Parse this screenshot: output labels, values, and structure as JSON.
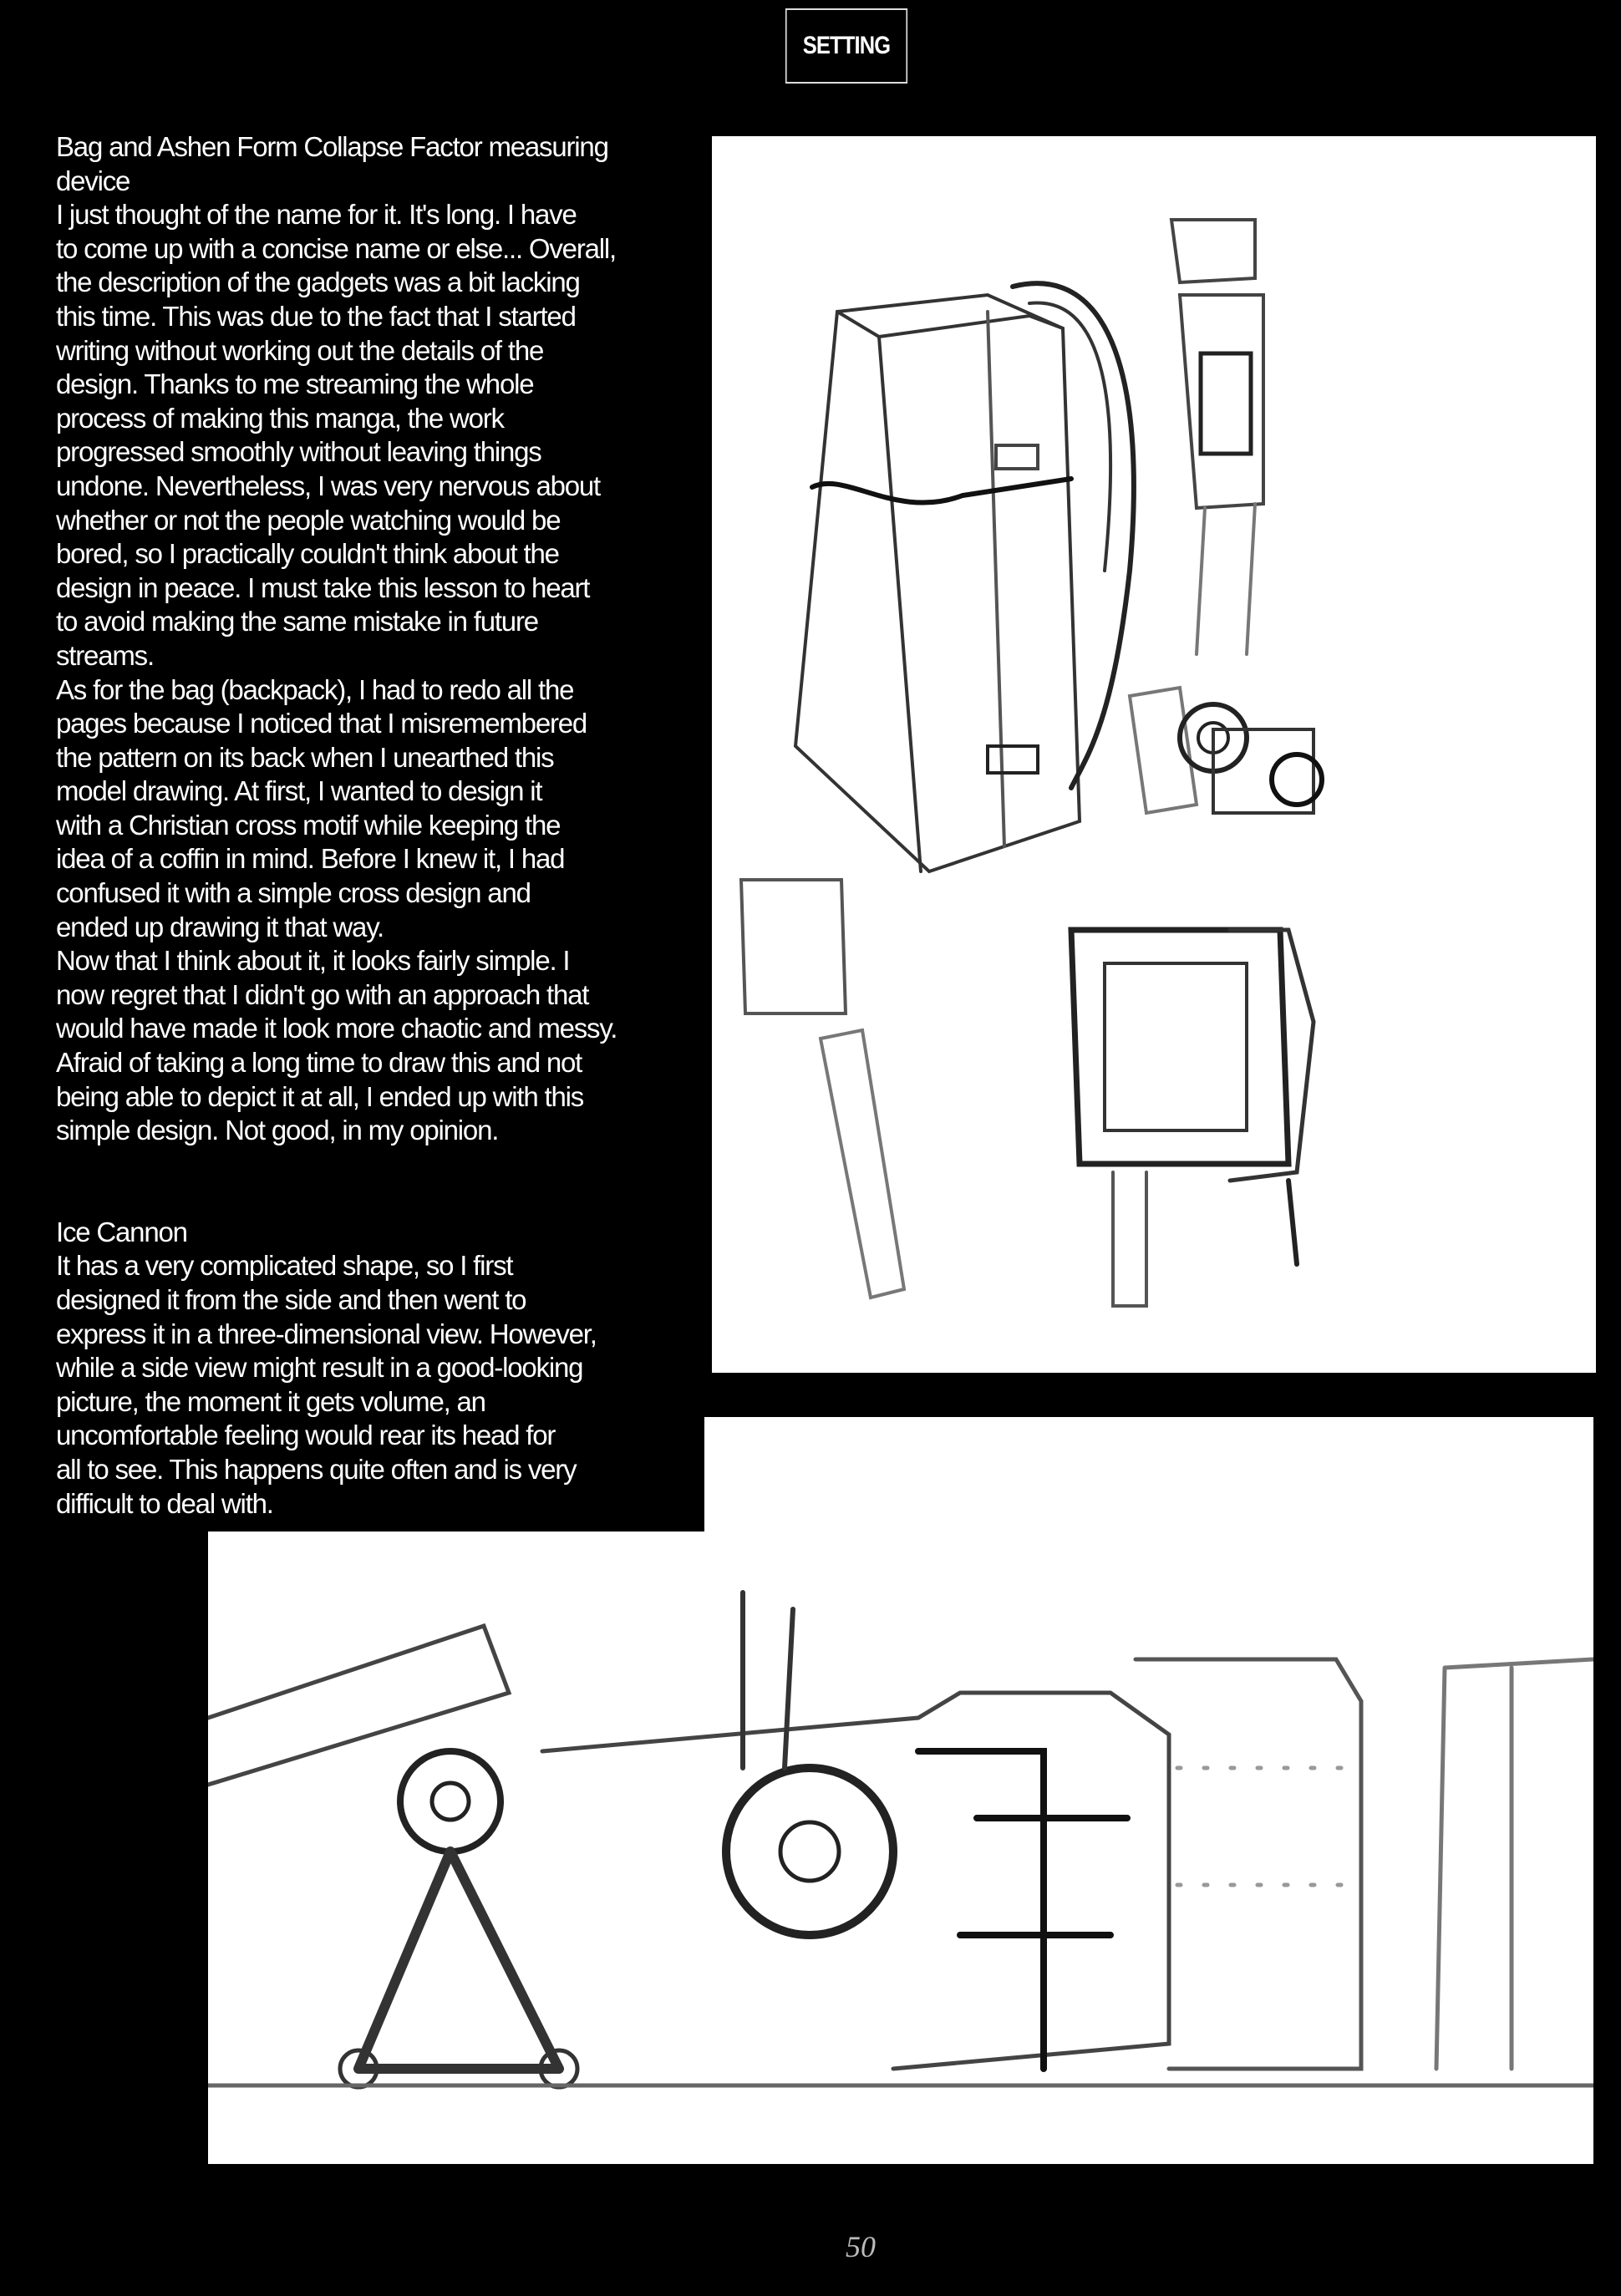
{
  "header": {
    "label": "SETTING"
  },
  "sections": [
    {
      "lines": [
        "Bag and Ashen Form Collapse Factor measuring",
        "device",
        "I just thought of the name for it. It's long. I have",
        "to come up with a concise name or else... Overall,",
        "the description of the gadgets was a bit lacking",
        "this time. This was due to the fact that I started",
        "writing without working out the details of the",
        "design. Thanks to me streaming the whole",
        "process of making this manga, the work",
        "progressed smoothly without leaving things",
        "undone. Nevertheless, I was very nervous about",
        "whether or not the people watching would be",
        "bored, so I practically couldn't think about the",
        "design in peace. I must take this lesson to heart",
        "to avoid making the same mistake in future",
        "streams.",
        "As for the bag (backpack), I had to redo all the",
        "pages because I noticed that I misremembered",
        "the pattern on its back when I unearthed this",
        "model drawing. At first, I wanted to design it",
        "with a Christian cross motif while keeping the",
        "idea of a coffin in mind. Before I knew it, I had",
        "confused it with a simple cross design and",
        "ended up drawing it that way.",
        "Now that I think about it, it looks fairly simple. I",
        "now regret that I didn't go with an approach that",
        "would have made it look more chaotic and messy.",
        "Afraid of taking a long time to draw this and not",
        "being able to depict it at all, I ended up with this",
        "simple design. Not good, in my opinion."
      ]
    },
    {
      "lines": [
        "Ice Cannon",
        "It has a very complicated shape, so I first",
        "designed it from the side and then went to",
        "express it in a three-dimensional view. However,",
        "while a side view might result in a good-looking",
        "picture, the moment it gets volume, an",
        "uncomfortable feeling would rear its head for",
        "all to see. This happens quite often and is very",
        "difficult to deal with."
      ]
    }
  ],
  "page_number": "50"
}
